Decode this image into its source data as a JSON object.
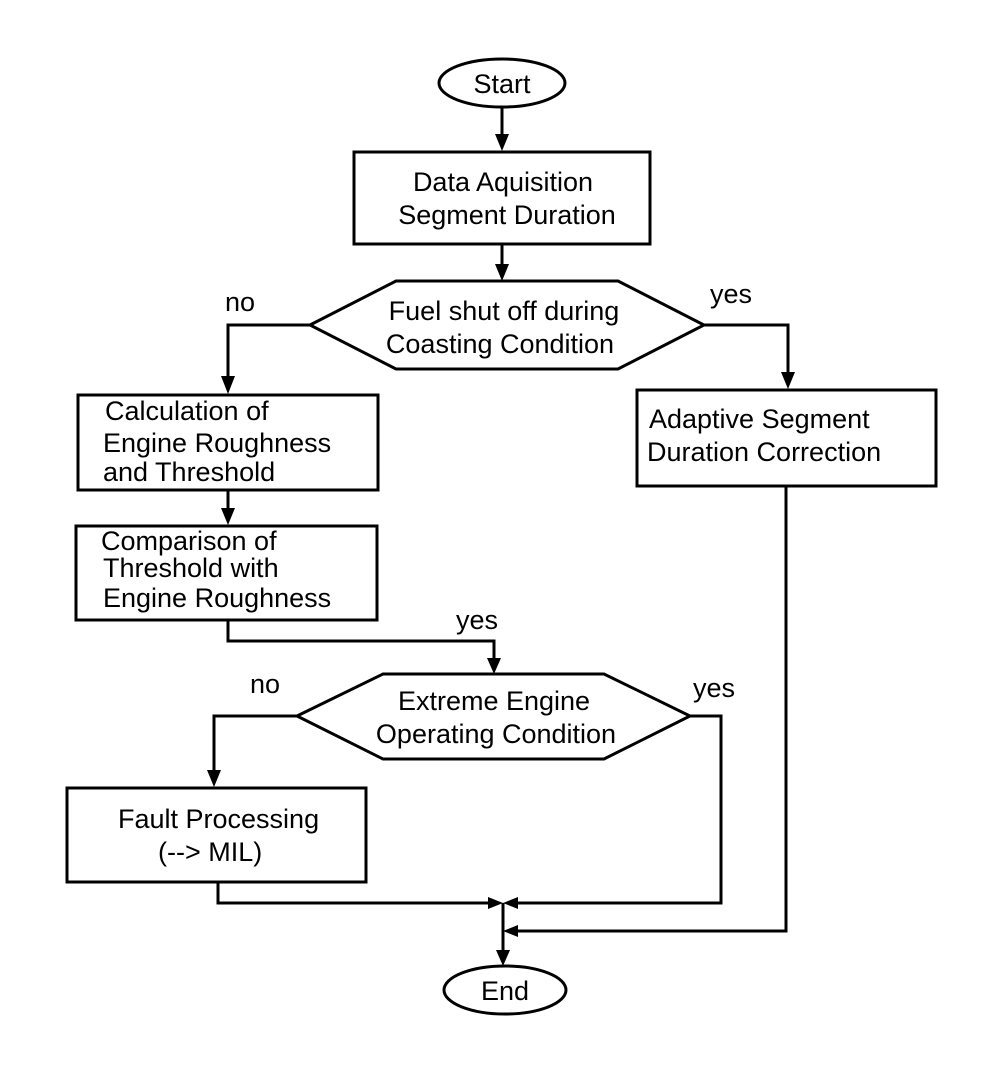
{
  "nodes": {
    "start": {
      "label": "Start"
    },
    "data_acquisition": {
      "lines": [
        "Data Aquisition",
        "Segment Duration"
      ]
    },
    "fuel_shutoff": {
      "lines": [
        "Fuel shut off during",
        "Coasting Condition"
      ]
    },
    "calc_roughness": {
      "lines": [
        "Calculation of",
        "Engine Roughness",
        "and Threshold"
      ]
    },
    "comparison": {
      "lines": [
        "Comparison of",
        "Threshold with",
        "Engine Roughness"
      ]
    },
    "adaptive_correction": {
      "lines": [
        "Adaptive Segment",
        "Duration Correction"
      ]
    },
    "extreme_condition": {
      "lines": [
        "Extreme Engine",
        "Operating Condition"
      ]
    },
    "fault_processing": {
      "lines": [
        "Fault Processing",
        "(--> MIL)"
      ]
    },
    "end": {
      "label": "End"
    }
  },
  "edge_labels": {
    "fuel_no": "no",
    "fuel_yes": "yes",
    "comparison_yes": "yes",
    "extreme_no": "no",
    "extreme_yes": "yes"
  }
}
